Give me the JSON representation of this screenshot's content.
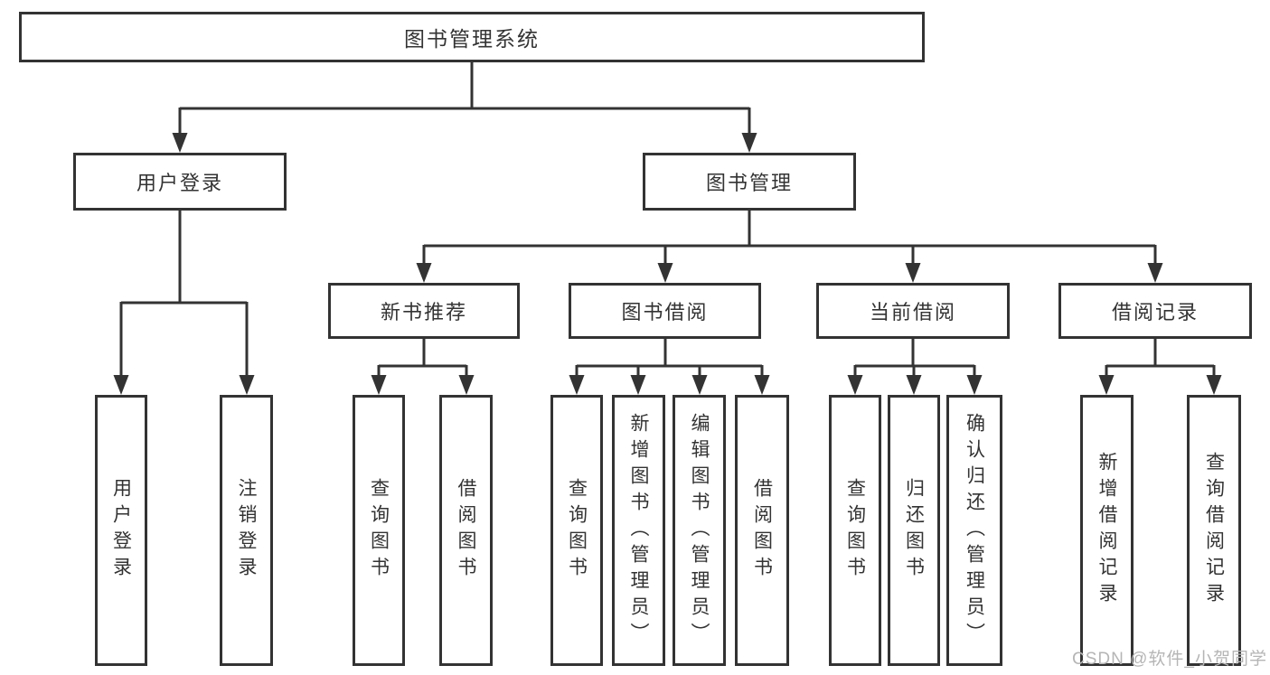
{
  "diagram": {
    "type": "hierarchy-tree",
    "watermark": "CSDN @软件_小贺同学",
    "colors": {
      "line": "#333333",
      "box_border": "#333333",
      "box_background": "#ffffff",
      "text": "#333333",
      "watermark": "#b5b5b5"
    },
    "nodes": {
      "root": {
        "label": "图书管理系统",
        "level": 1
      },
      "user_login": {
        "label": "用户登录",
        "level": 2,
        "parent": "root"
      },
      "book_mgmt": {
        "label": "图书管理",
        "level": 2,
        "parent": "root"
      },
      "leaf_user_login": {
        "label": "用户登录",
        "level": 3,
        "parent": "user_login"
      },
      "leaf_logout": {
        "label": "注销登录",
        "level": 3,
        "parent": "user_login"
      },
      "new_book_rec": {
        "label": "新书推荐",
        "level": 3,
        "parent": "book_mgmt"
      },
      "book_borrow": {
        "label": "图书借阅",
        "level": 3,
        "parent": "book_mgmt"
      },
      "current_borrow": {
        "label": "当前借阅",
        "level": 3,
        "parent": "book_mgmt"
      },
      "borrow_records": {
        "label": "借阅记录",
        "level": 3,
        "parent": "book_mgmt"
      },
      "leaf_query_books_1": {
        "label": "查询图书",
        "level": 4,
        "parent": "new_book_rec"
      },
      "leaf_borrow_books_1": {
        "label": "借阅图书",
        "level": 4,
        "parent": "new_book_rec"
      },
      "leaf_query_books_2": {
        "label": "查询图书",
        "level": 4,
        "parent": "book_borrow"
      },
      "leaf_add_books": {
        "label": "新增图书（管理员）",
        "level": 4,
        "parent": "book_borrow"
      },
      "leaf_edit_books": {
        "label": "编辑图书（管理员）",
        "level": 4,
        "parent": "book_borrow"
      },
      "leaf_borrow_books_2": {
        "label": "借阅图书",
        "level": 4,
        "parent": "book_borrow"
      },
      "leaf_query_books_3": {
        "label": "查询图书",
        "level": 4,
        "parent": "current_borrow"
      },
      "leaf_return_books": {
        "label": "归还图书",
        "level": 4,
        "parent": "current_borrow"
      },
      "leaf_confirm_return": {
        "label": "确认归还（管理员）",
        "level": 4,
        "parent": "current_borrow"
      },
      "leaf_add_borrow_record": {
        "label": "新增借阅记录",
        "level": 4,
        "parent": "borrow_records"
      },
      "leaf_query_borrow_record": {
        "label": "查询借阅记录",
        "level": 4,
        "parent": "borrow_records"
      }
    }
  }
}
